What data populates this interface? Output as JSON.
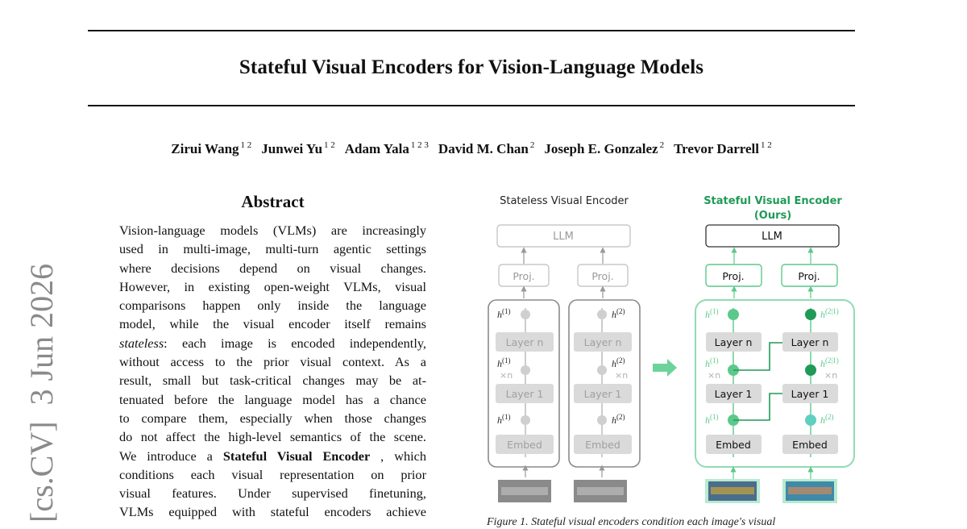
{
  "paper": {
    "title": "Stateful Visual Encoders for Vision-Language Models",
    "authors": [
      {
        "name": "Zirui Wang",
        "aff": "1 2"
      },
      {
        "name": "Junwei Yu",
        "aff": "1 2"
      },
      {
        "name": "Adam Yala",
        "aff": "1 2 3"
      },
      {
        "name": "David M. Chan",
        "aff": "2"
      },
      {
        "name": "Joseph E. Gonzalez",
        "aff": "2"
      },
      {
        "name": "Trevor Darrell",
        "aff": "1 2"
      }
    ],
    "arxiv_stamp": "[cs.CV]  3 Jun 2026"
  },
  "abstract": {
    "heading": "Abstract",
    "lines": [
      "Vision-language models (VLMs) are increasingly",
      "used in multi-image, multi-turn agentic settings",
      "where decisions depend on visual changes.",
      "However, in existing open-weight VLMs, visual",
      "comparisons happen only inside the language",
      "model, while the visual encoder itself remains",
      "stateless: each image is encoded independently,",
      "without access to the prior visual context. As a",
      "result, small but task-critical changes may be at-",
      "tenuated before the language model has a chance",
      "to compare them, especially when those changes",
      "do not affect the high-level semantics of the scene.",
      "We introduce a Stateful Visual Encoder , which",
      "conditions each visual representation on prior",
      "visual features. Under supervised finetuning,",
      "VLMs equipped with stateful encoders achieve"
    ]
  },
  "figure": {
    "left_panel": {
      "title": "Stateless Visual Encoder",
      "llm": "LLM",
      "proj": "Proj.",
      "layer_n": "Layer n",
      "layer_1": "Layer 1",
      "embed": "Embed",
      "times_n": "×n"
    },
    "right_panel": {
      "title": "Stateful Visual Encoder",
      "subtitle": "(Ours)",
      "llm": "LLM",
      "proj": "Proj.",
      "layer_n": "Layer n",
      "layer_1": "Layer 1",
      "embed": "Embed",
      "times_n": "×n"
    },
    "labels": {
      "h1": "h(1)",
      "h2": "h(2)",
      "h21": "h(2|1)"
    },
    "caption": "Figure 1. Stateful visual encoders condition each image's visual"
  },
  "colors": {
    "green_dark": "#1f9a57",
    "green_mid": "#5cc98a",
    "green_light": "#b8ead0",
    "teal": "#5fd0c0",
    "gray_box": "#dadada",
    "gray_text": "#a0a0a0"
  }
}
